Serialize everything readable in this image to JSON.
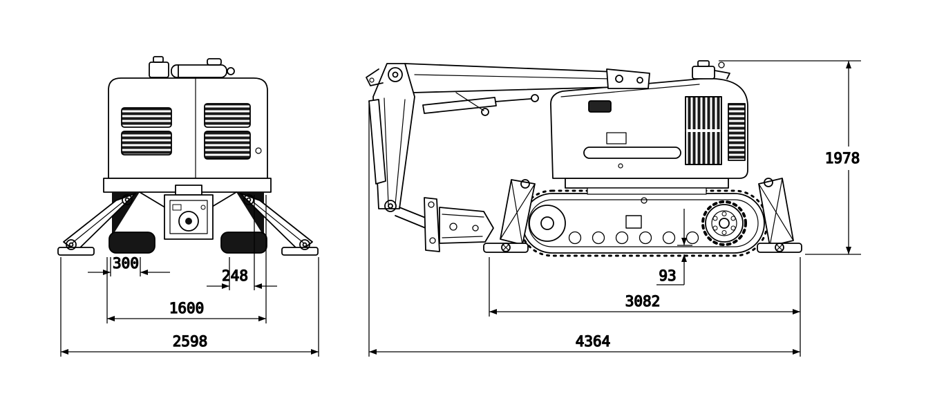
{
  "drawing": {
    "type": "technical-dimension-drawing",
    "subject": "tracked demolition robot, front view (left) and side view (right) with outriggers",
    "colors": {
      "line": "#000000",
      "background": "#ffffff"
    }
  },
  "front_view": {
    "dims": [
      "300",
      "248",
      "1600",
      "2598"
    ]
  },
  "side_view": {
    "dims": [
      "1978",
      "93",
      "3082",
      "4364"
    ]
  }
}
